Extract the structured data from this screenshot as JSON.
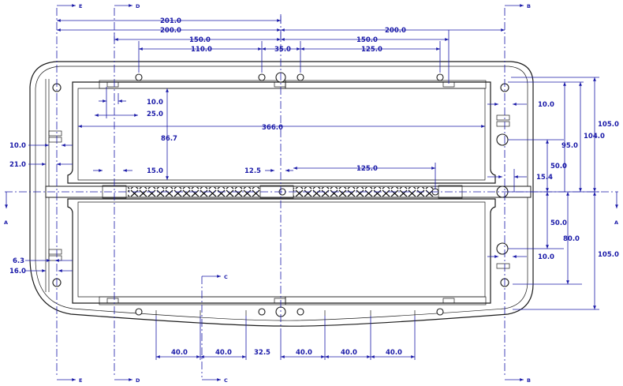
{
  "section_labels": {
    "E": "E",
    "D": "D",
    "C": "C",
    "B": "B",
    "A": "A"
  },
  "dimensions": {
    "d_201": "201.0",
    "d_200_left": "200.0",
    "d_200_right": "200.0",
    "d_150_left": "150.0",
    "d_150_right": "150.0",
    "d_110": "110.0",
    "d_35": "35.0",
    "d_125_top": "125.0",
    "d_10_tl": "10.0",
    "d_25": "25.0",
    "d_366": "366.0",
    "d_86_7": "86.7",
    "d_10_left": "10.0",
    "d_21": "21.0",
    "d_15": "15.0",
    "d_12_5": "12.5",
    "d_125_mid": "125.0",
    "d_10_tr": "10.0",
    "d_105_top": "105.0",
    "d_104": "104.0",
    "d_95": "95.0",
    "d_50_upper": "50.0",
    "d_15_4": "15.4",
    "d_50_lower": "50.0",
    "d_80": "80.0",
    "d_105_bottom": "105.0",
    "d_10_br": "10.0",
    "d_6_3": "6.3",
    "d_16": "16.0",
    "b_40_1": "40.0",
    "b_40_2": "40.0",
    "b_32_5": "32.5",
    "b_40_3": "40.0",
    "b_40_4": "40.0",
    "b_40_5": "40.0"
  }
}
